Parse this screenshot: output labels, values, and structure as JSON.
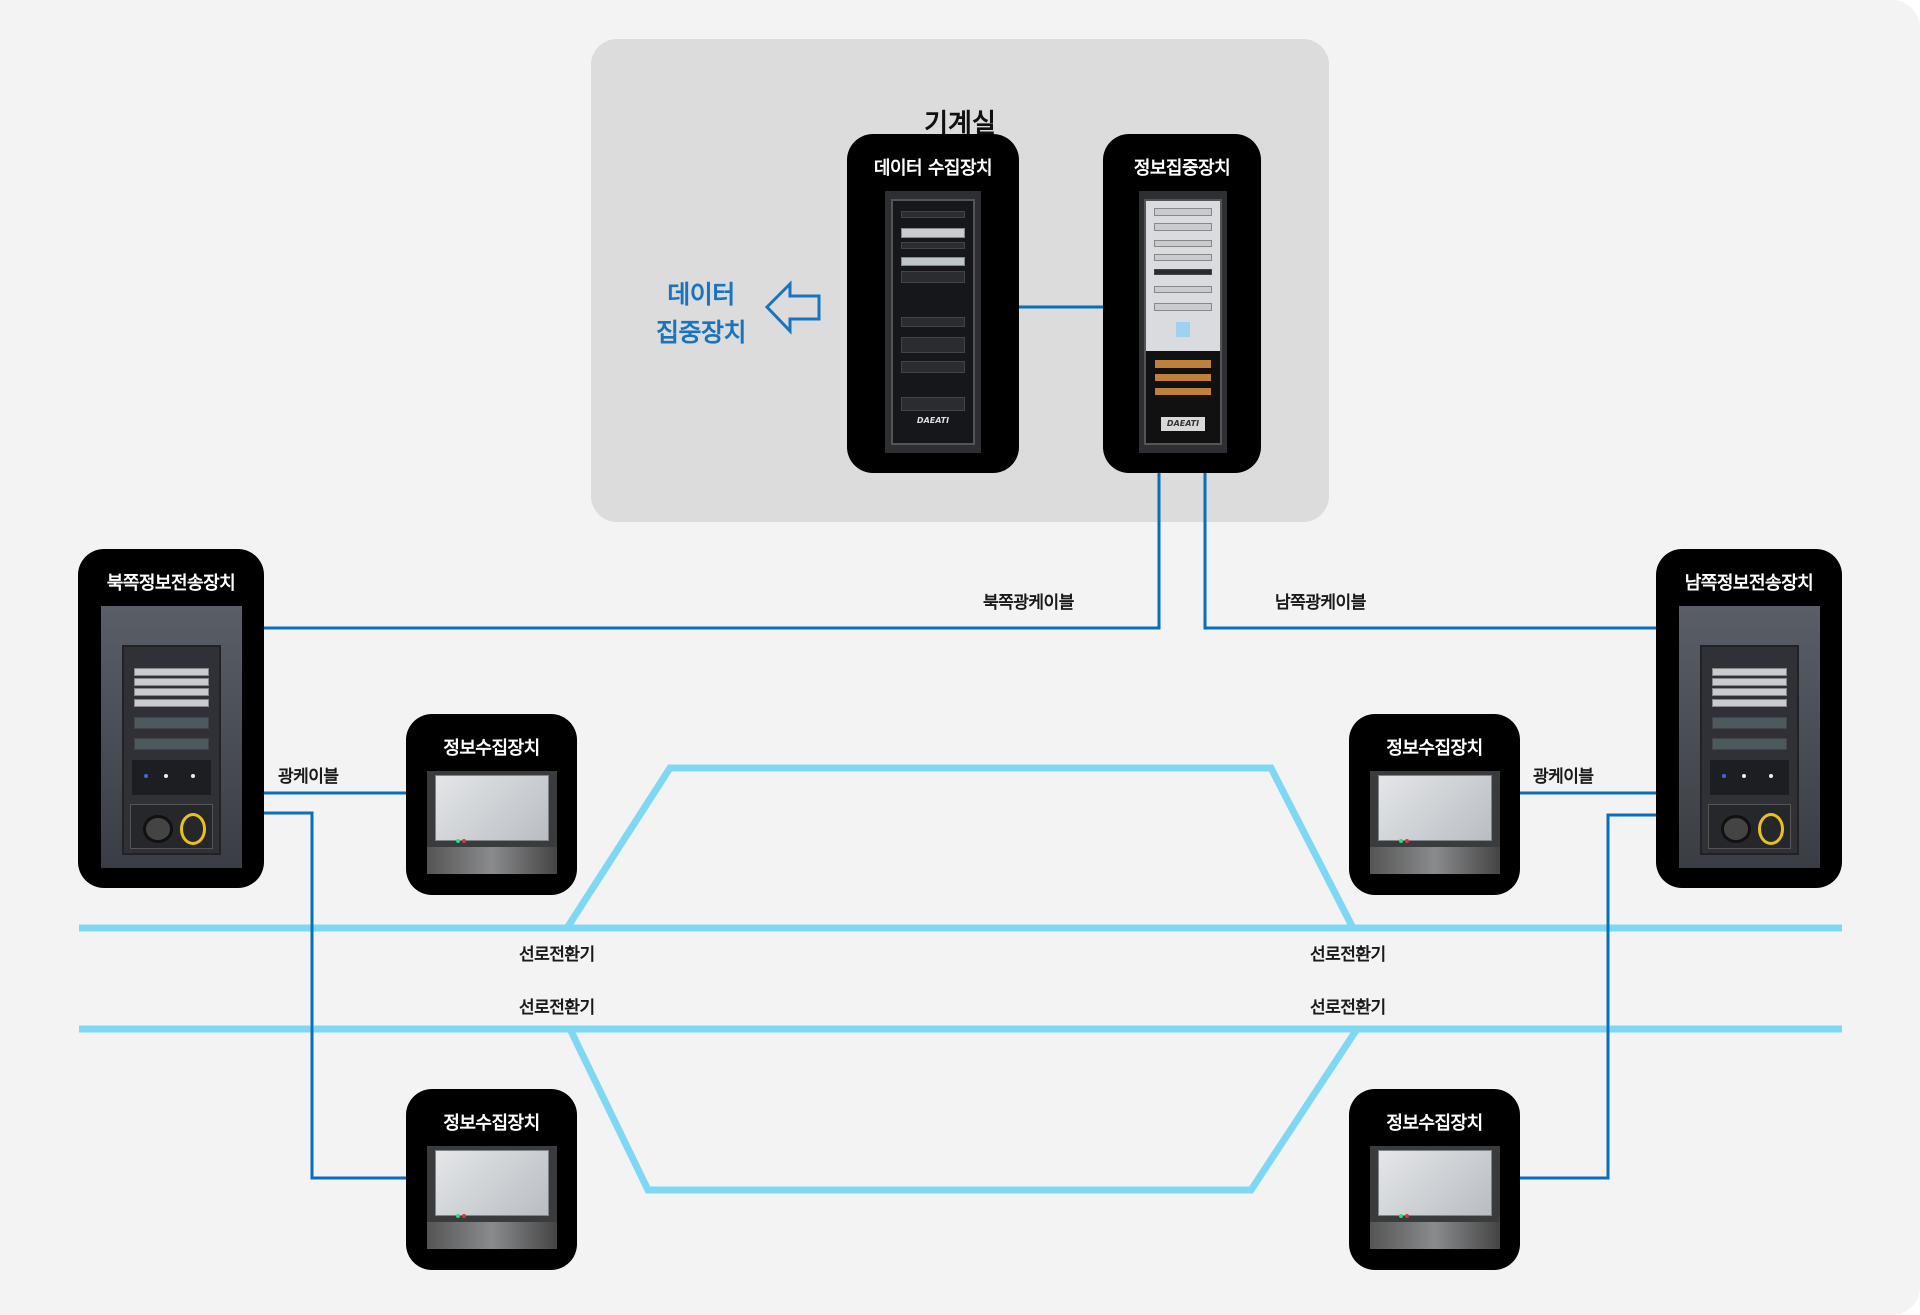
{
  "machine_room": {
    "title": "기계실",
    "data_concentrator_label_line1": "데이터",
    "data_concentrator_label_line2": "집중장치",
    "arrow_icon": "hollow-left-arrow"
  },
  "devices": {
    "data_collector": {
      "title": "데이터 수집장치",
      "logo": "DAEATI"
    },
    "info_concentrator": {
      "title": "정보집중장치",
      "logo": "DAEATI"
    },
    "north_transmitter": {
      "title": "북쪽정보전송장치"
    },
    "south_transmitter": {
      "title": "남쪽정보전송장치"
    },
    "collector_nw": {
      "title": "정보수집장치"
    },
    "collector_ne": {
      "title": "정보수집장치"
    },
    "collector_sw": {
      "title": "정보수집장치"
    },
    "collector_se": {
      "title": "정보수집장치"
    }
  },
  "cables": {
    "north_fiber": "북쪽광케이블",
    "south_fiber": "남쪽광케이블",
    "fiber_left": "광케이블",
    "fiber_right": "광케이블"
  },
  "switches": {
    "upper_left": "선로전환기",
    "upper_right": "선로전환기",
    "lower_left": "선로전환기",
    "lower_right": "선로전환기"
  },
  "colors": {
    "cable": "#0a6ebd",
    "track": "#7fd8f3",
    "accent_text": "#1a73bf",
    "device_bg": "#000000",
    "room_bg": "#dcdcdc",
    "canvas_bg": "#f3f3f3"
  }
}
